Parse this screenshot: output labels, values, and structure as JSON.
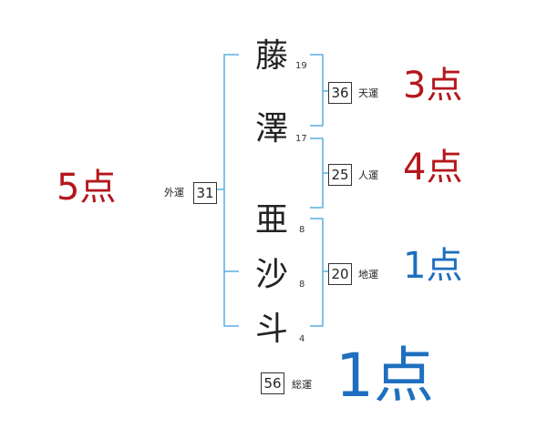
{
  "name": {
    "chars": [
      {
        "char": "藤",
        "strokes": "19"
      },
      {
        "char": "澤",
        "strokes": "17"
      },
      {
        "char": "亜",
        "strokes": "8"
      },
      {
        "char": "沙",
        "strokes": "8"
      },
      {
        "char": "斗",
        "strokes": "4"
      }
    ]
  },
  "fortunes": {
    "ten": {
      "value": "36",
      "label": "天運",
      "score": "3点"
    },
    "jin": {
      "value": "25",
      "label": "人運",
      "score": "4点"
    },
    "chi": {
      "value": "20",
      "label": "地運",
      "score": "1点"
    },
    "gai": {
      "value": "31",
      "label": "外運",
      "score": "5点"
    },
    "total": {
      "value": "56",
      "label": "総運",
      "score": "1点"
    }
  },
  "colors": {
    "bracket": "#5aaee0",
    "score_red": "#b5171c",
    "score_blue": "#1e6fbf"
  }
}
